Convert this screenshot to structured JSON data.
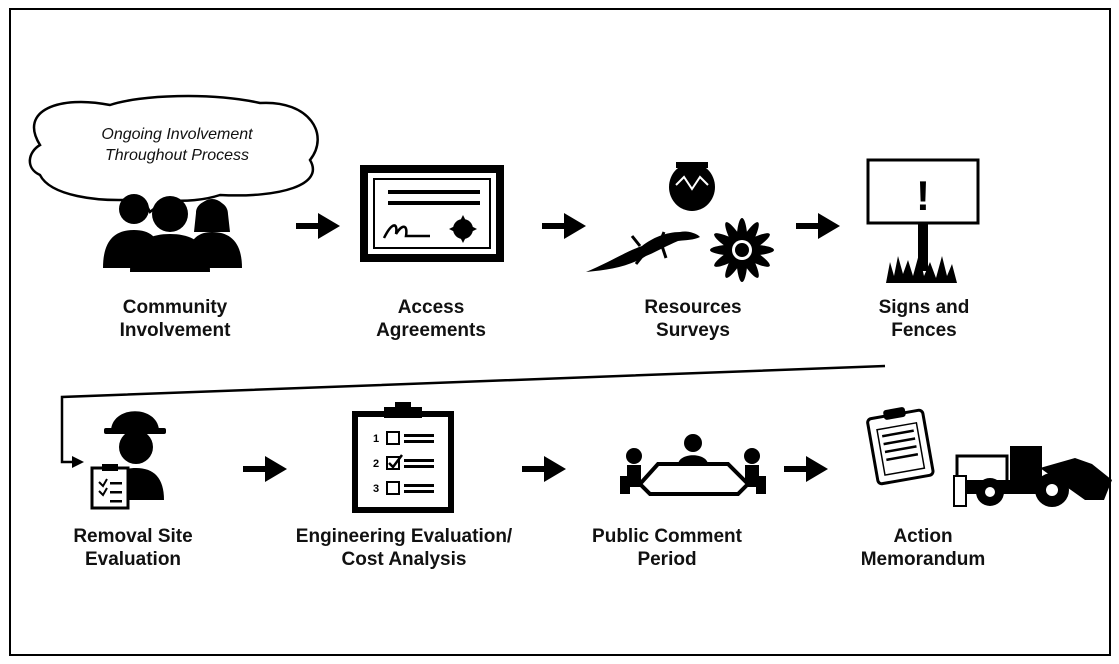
{
  "bubble": {
    "line1": "Ongoing Involvement",
    "line2": "Throughout Process"
  },
  "steps": [
    {
      "line1": "Community",
      "line2": "Involvement",
      "icon": "people-icon"
    },
    {
      "line1": "Access",
      "line2": "Agreements",
      "icon": "certificate-icon"
    },
    {
      "line1": "Resources",
      "line2": "Surveys",
      "icon": "pottery-lizard-flower-icon"
    },
    {
      "line1": "Signs and",
      "line2": "Fences",
      "icon": "warning-sign-icon"
    },
    {
      "line1": "Removal Site",
      "line2": "Evaluation",
      "icon": "worker-clipboard-icon"
    },
    {
      "line1": "Engineering Evaluation/",
      "line2": "Cost Analysis",
      "icon": "checklist-icon"
    },
    {
      "line1": "Public Comment",
      "line2": "Period",
      "icon": "meeting-table-icon"
    },
    {
      "line1": "Action",
      "line2": "Memorandum",
      "icon": "clipboard-loader-icon"
    }
  ],
  "checklist": {
    "n1": "1",
    "n2": "2",
    "n3": "3"
  },
  "sign_mark": "!"
}
